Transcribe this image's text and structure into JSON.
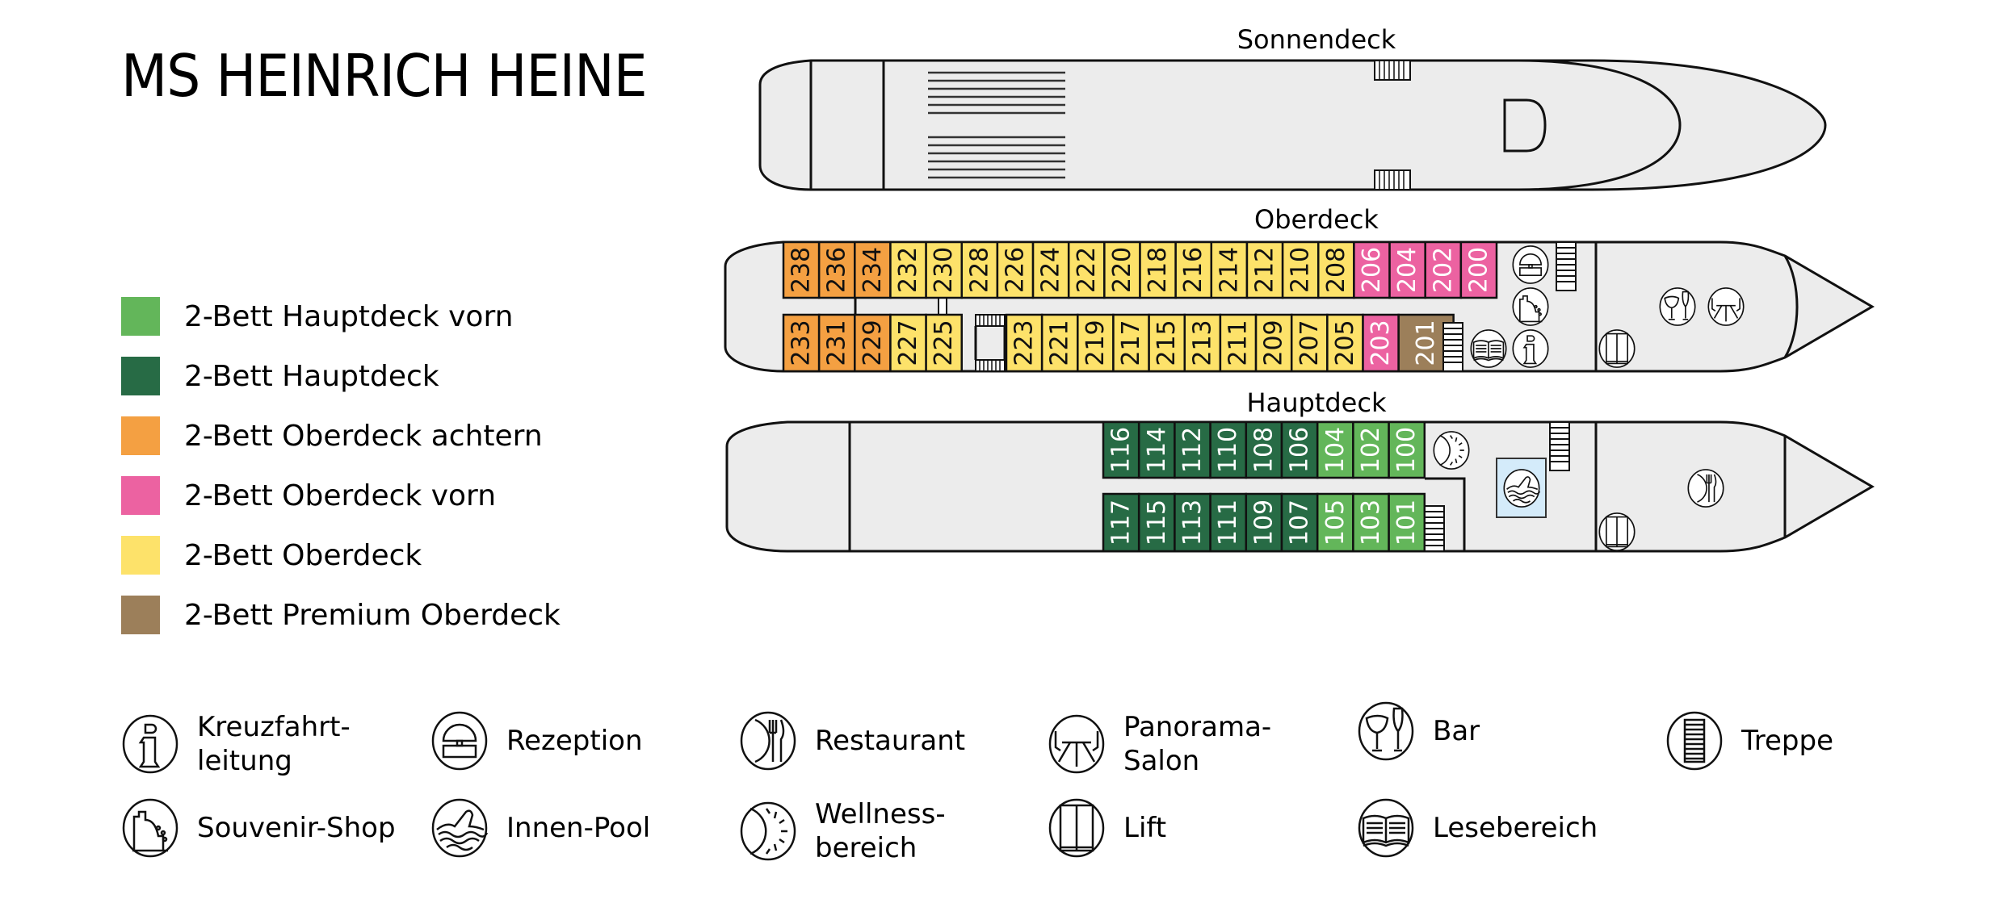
{
  "title": "MS HEINRICH HEINE",
  "colors": {
    "hauptdeck_vorn": "#63b65a",
    "hauptdeck": "#276b45",
    "oberdeck_achtern": "#f4a042",
    "oberdeck_vorn": "#ec62a1",
    "oberdeck": "#fde26a",
    "premium_oberdeck": "#9c7f5a",
    "pool": "#d4ebfa",
    "deck_fill": "#ececec"
  },
  "category_legend": [
    {
      "key": "hauptdeck_vorn",
      "label": "2-Bett Hauptdeck vorn"
    },
    {
      "key": "hauptdeck",
      "label": "2-Bett Hauptdeck"
    },
    {
      "key": "oberdeck_achtern",
      "label": "2-Bett Oberdeck achtern"
    },
    {
      "key": "oberdeck_vorn",
      "label": "2-Bett Oberdeck vorn"
    },
    {
      "key": "oberdeck",
      "label": "2-Bett Oberdeck"
    },
    {
      "key": "premium_oberdeck",
      "label": "2-Bett Premium Oberdeck"
    }
  ],
  "decks": {
    "sonnendeck": {
      "label": "Sonnendeck"
    },
    "oberdeck": {
      "label": "Oberdeck",
      "top_row": [
        {
          "num": "238",
          "cat": "oberdeck_achtern"
        },
        {
          "num": "236",
          "cat": "oberdeck_achtern"
        },
        {
          "num": "234",
          "cat": "oberdeck_achtern"
        },
        {
          "num": "232",
          "cat": "oberdeck"
        },
        {
          "num": "230",
          "cat": "oberdeck"
        },
        {
          "num": "228",
          "cat": "oberdeck"
        },
        {
          "num": "226",
          "cat": "oberdeck"
        },
        {
          "num": "224",
          "cat": "oberdeck"
        },
        {
          "num": "222",
          "cat": "oberdeck"
        },
        {
          "num": "220",
          "cat": "oberdeck"
        },
        {
          "num": "218",
          "cat": "oberdeck"
        },
        {
          "num": "216",
          "cat": "oberdeck"
        },
        {
          "num": "214",
          "cat": "oberdeck"
        },
        {
          "num": "212",
          "cat": "oberdeck"
        },
        {
          "num": "210",
          "cat": "oberdeck"
        },
        {
          "num": "208",
          "cat": "oberdeck"
        },
        {
          "num": "206",
          "cat": "oberdeck_vorn"
        },
        {
          "num": "204",
          "cat": "oberdeck_vorn"
        },
        {
          "num": "202",
          "cat": "oberdeck_vorn"
        },
        {
          "num": "200",
          "cat": "oberdeck_vorn"
        }
      ],
      "bottom_row_aft": [
        {
          "num": "233",
          "cat": "oberdeck_achtern"
        },
        {
          "num": "231",
          "cat": "oberdeck_achtern"
        },
        {
          "num": "229",
          "cat": "oberdeck_achtern"
        },
        {
          "num": "227",
          "cat": "oberdeck"
        },
        {
          "num": "225",
          "cat": "oberdeck"
        }
      ],
      "bottom_row_fwd": [
        {
          "num": "223",
          "cat": "oberdeck"
        },
        {
          "num": "221",
          "cat": "oberdeck"
        },
        {
          "num": "219",
          "cat": "oberdeck"
        },
        {
          "num": "217",
          "cat": "oberdeck"
        },
        {
          "num": "215",
          "cat": "oberdeck"
        },
        {
          "num": "213",
          "cat": "oberdeck"
        },
        {
          "num": "211",
          "cat": "oberdeck"
        },
        {
          "num": "209",
          "cat": "oberdeck"
        },
        {
          "num": "207",
          "cat": "oberdeck"
        },
        {
          "num": "205",
          "cat": "oberdeck"
        },
        {
          "num": "203",
          "cat": "oberdeck_vorn"
        },
        {
          "num": "201",
          "cat": "premium_oberdeck"
        }
      ]
    },
    "hauptdeck": {
      "label": "Hauptdeck",
      "top_row": [
        {
          "num": "116",
          "cat": "hauptdeck"
        },
        {
          "num": "114",
          "cat": "hauptdeck"
        },
        {
          "num": "112",
          "cat": "hauptdeck"
        },
        {
          "num": "110",
          "cat": "hauptdeck"
        },
        {
          "num": "108",
          "cat": "hauptdeck"
        },
        {
          "num": "106",
          "cat": "hauptdeck"
        },
        {
          "num": "104",
          "cat": "hauptdeck_vorn"
        },
        {
          "num": "102",
          "cat": "hauptdeck_vorn"
        },
        {
          "num": "100",
          "cat": "hauptdeck_vorn"
        }
      ],
      "bottom_row": [
        {
          "num": "117",
          "cat": "hauptdeck"
        },
        {
          "num": "115",
          "cat": "hauptdeck"
        },
        {
          "num": "113",
          "cat": "hauptdeck"
        },
        {
          "num": "111",
          "cat": "hauptdeck"
        },
        {
          "num": "109",
          "cat": "hauptdeck"
        },
        {
          "num": "107",
          "cat": "hauptdeck"
        },
        {
          "num": "105",
          "cat": "hauptdeck_vorn"
        },
        {
          "num": "103",
          "cat": "hauptdeck_vorn"
        },
        {
          "num": "101",
          "cat": "hauptdeck_vorn"
        }
      ]
    }
  },
  "icon_legend": [
    {
      "icon": "info",
      "label": "Kreuzfahrt-\nleitung"
    },
    {
      "icon": "reception",
      "label": "Rezeption"
    },
    {
      "icon": "restaurant",
      "label": "Restaurant"
    },
    {
      "icon": "panorama",
      "label": "Panorama-\nSalon"
    },
    {
      "icon": "bar",
      "label": "Bar"
    },
    {
      "icon": "stairs",
      "label": "Treppe"
    },
    {
      "icon": "shop",
      "label": "Souvenir-Shop"
    },
    {
      "icon": "pool",
      "label": "Innen-Pool"
    },
    {
      "icon": "wellness",
      "label": "Wellness-\nbereich"
    },
    {
      "icon": "lift",
      "label": "Lift"
    },
    {
      "icon": "reading",
      "label": "Lesebereich"
    }
  ]
}
